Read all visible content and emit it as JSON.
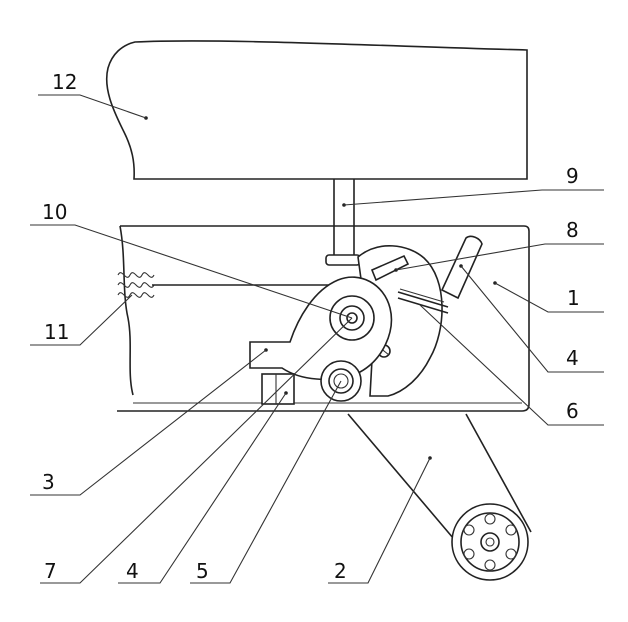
{
  "colors": {
    "line": "#222222",
    "background": "#ffffff"
  },
  "callouts": [
    {
      "id": "c12",
      "label": "12"
    },
    {
      "id": "c9",
      "label": "9"
    },
    {
      "id": "c10",
      "label": "10"
    },
    {
      "id": "c8",
      "label": "8"
    },
    {
      "id": "c1",
      "label": "1"
    },
    {
      "id": "c11",
      "label": "11"
    },
    {
      "id": "c4r",
      "label": "4"
    },
    {
      "id": "c6",
      "label": "6"
    },
    {
      "id": "c3",
      "label": "3"
    },
    {
      "id": "c7",
      "label": "7"
    },
    {
      "id": "c4b",
      "label": "4"
    },
    {
      "id": "c5",
      "label": "5"
    },
    {
      "id": "c2",
      "label": "2"
    }
  ]
}
